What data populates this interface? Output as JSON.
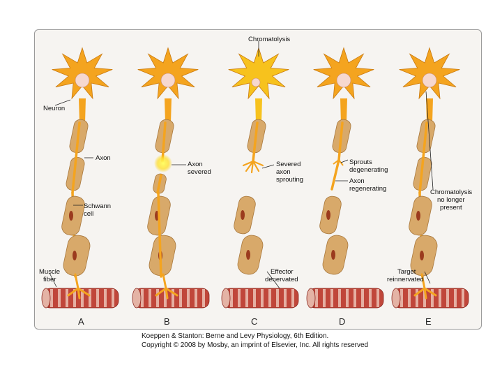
{
  "labels": {
    "neuron": "Neuron",
    "axon": "Axon",
    "schwann_1": "Schwann",
    "schwann_2": "cell",
    "muscle_1": "Muscle",
    "muscle_2": "fiber",
    "axon_severed_1": "Axon",
    "axon_severed_2": "severed",
    "chromatolysis": "Chromatolysis",
    "severed_sprouting_1": "Severed",
    "severed_sprouting_2": "axon",
    "severed_sprouting_3": "sprouting",
    "effector_1": "Effector",
    "effector_2": "denervated",
    "sprouts_1": "Sprouts",
    "sprouts_2": "degenerating",
    "regen_1": "Axon",
    "regen_2": "regenerating",
    "chromo_gone_1": "Chromatolysis",
    "chromo_gone_2": "no longer",
    "chromo_gone_3": "present",
    "target_1": "Target",
    "target_2": "reinnervated"
  },
  "panels": [
    "A",
    "B",
    "C",
    "D",
    "E"
  ],
  "caption": {
    "line1": "Koeppen & Stanton: Berne and Levy Physiology, 6th Edition.",
    "line2": "Copyright © 2008 by Mosby, an imprint of Elsevier, Inc. All rights reserved"
  },
  "colors": {
    "neuron": "#f4a41f",
    "neuron_chromatolysis": "#f7c21d",
    "nucleus": "#f6d8cf",
    "schwann": "#d8a96a",
    "schwann_nucleus": "#9b3b1e",
    "muscle": "#c0463a",
    "muscle_stripe": "#f1d3c6",
    "frame_bg": "#f6f4f1"
  }
}
